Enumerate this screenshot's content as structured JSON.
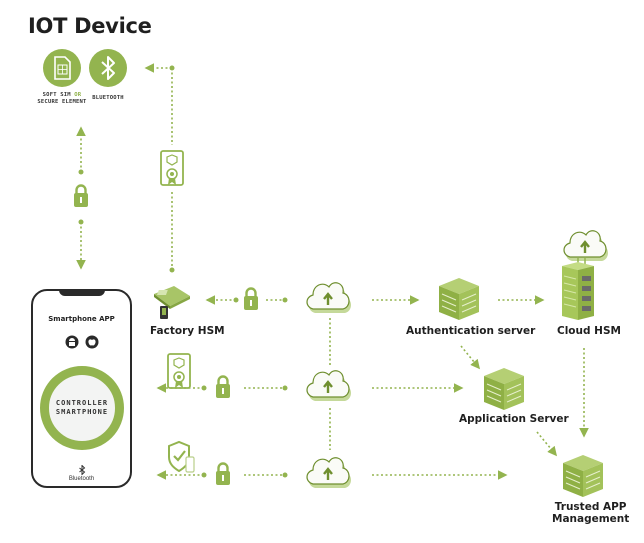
{
  "title": "IOT Device",
  "iot_device": {
    "sim_label_line1_prefix": "SOFT SIM ",
    "sim_label_line1_accent": "OR",
    "sim_label_line2": "SECURE ELEMENT",
    "bluetooth_label": "BLUETOOTH"
  },
  "smartphone": {
    "app_label": "Smartphone APP",
    "controller_line1": "CONTROLLER",
    "controller_line2": "SMARTPHONE",
    "bluetooth_label": "Bluetooth"
  },
  "nodes": {
    "factory_hsm": "Factory HSM",
    "authentication_server": "Authentication server",
    "cloud_hsm": "Cloud HSM",
    "application_server": "Application Server",
    "trusted_app_line1": "Trusted APP",
    "trusted_app_line2": "Management"
  },
  "colors": {
    "accent": "#93b44f",
    "accent_dark": "#6f8f2f",
    "text": "#1f1f1f"
  }
}
